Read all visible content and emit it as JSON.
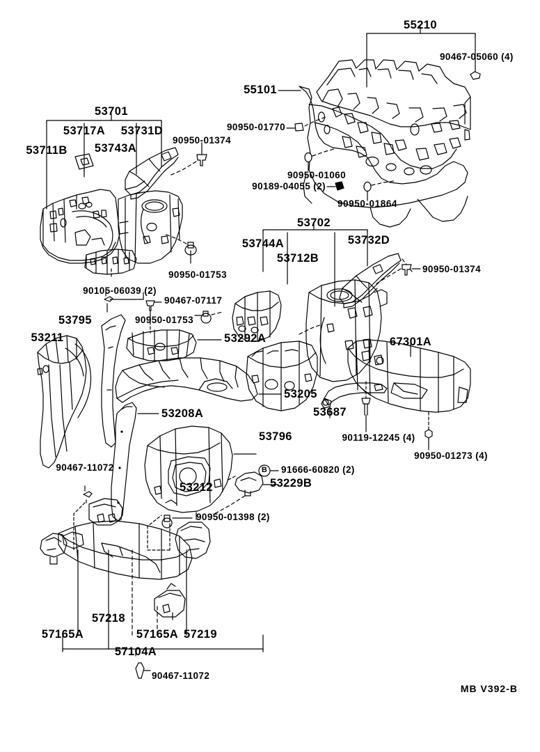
{
  "diagram": {
    "footer_code": "MB  V392-B",
    "title_hidden": "",
    "group_brackets": [
      {
        "id": "53701",
        "label": "53701"
      },
      {
        "id": "53702",
        "label": "53702"
      },
      {
        "id": "55210",
        "label": "55210"
      },
      {
        "id": "57104A",
        "label": "57104A"
      }
    ]
  },
  "labels": {
    "top_right": {
      "l55210": "55210",
      "l90467_05060": "90467-05060 (4)",
      "l55101": "55101",
      "l90950_01770": "90950-01770",
      "l90950_01060": "90950-01060",
      "l90189_04055": "90189-04055 (2)",
      "l90950_01864": "90950-01864"
    },
    "top_left": {
      "l53701": "53701",
      "l53717A": "53717A",
      "l53731D": "53731D",
      "l53711B": "53711B",
      "l53743A": "53743A",
      "l90950_01374a": "90950-01374",
      "l90950_01753a": "90950-01753",
      "l90105_06039": "90105-06039 (2)"
    },
    "middle": {
      "l53702": "53702",
      "l53744A": "53744A",
      "l53712B": "53712B",
      "l53732D": "53732D",
      "l90950_01374b": "90950-01374",
      "l67301A": "67301A",
      "l53687": "53687",
      "l90119_12245": "90119-12245 (4)",
      "l90950_01273": "90950-01273 (4)"
    },
    "middle_left": {
      "l90467_07117": "90467-07117",
      "l90950_01753b": "90950-01753",
      "l53292A": "53292A",
      "l53795": "53795",
      "l53211": "53211",
      "l53205": "53205",
      "l53208A": "53208A",
      "l53796": "53796",
      "l53212": "53212",
      "l90467_11072a": "90467-11072"
    },
    "bottom": {
      "l91666_60820": "91666-60820 (2)",
      "l53229B": "53229B",
      "l90950_01398": "90950-01398 (2)",
      "l57218": "57218",
      "l57165A_left": "57165A",
      "l57165A_right": "57165A",
      "l57219": "57219",
      "l57104A": "57104A",
      "l90467_11072b": "90467-11072"
    },
    "markers": {
      "circle_b": "B"
    }
  },
  "colors": {
    "line": "#000000",
    "background": "#ffffff"
  }
}
